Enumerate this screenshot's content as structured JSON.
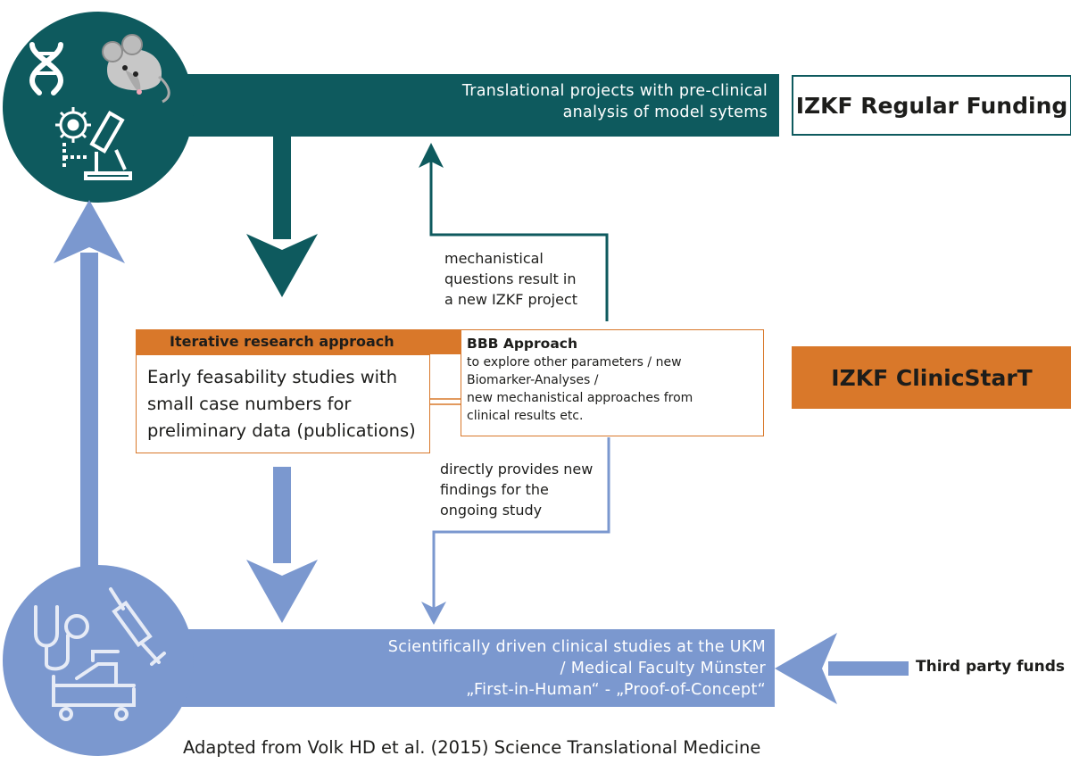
{
  "colors": {
    "teal": "#0e5a5e",
    "blue": "#7b98cf",
    "orange": "#d9782a"
  },
  "icons": {
    "top_circle": [
      "dna-icon",
      "mouse-icon",
      "virus-icon",
      "microscope-icon"
    ],
    "bottom_circle": [
      "stethoscope-icon",
      "syringe-icon",
      "hospital-bed-icon"
    ]
  },
  "top_band": {
    "line1": "Translational projects with pre-clinical",
    "line2": "analysis of model sytems"
  },
  "regular_funding": "IZKF Regular Funding",
  "clinicstart": "IZKF ClinicStarT",
  "iterative": {
    "header": "Iterative research approach",
    "line1": "Early feasability studies with",
    "line2": "small case numbers for",
    "line3": "preliminary data (publications)"
  },
  "bbb": {
    "title": "BBB Approach",
    "line1": "to explore other parameters / new",
    "line2": "Biomarker-Analyses /",
    "line3": "new mechanistical approaches from",
    "line4": "clinical results etc."
  },
  "note_top": {
    "line1": "mechanistical",
    "line2": "questions result in",
    "line3": "a new IZKF project"
  },
  "note_bottom": {
    "line1": "directly provides new",
    "line2": "findings for the",
    "line3": "ongoing study"
  },
  "bottom_band": {
    "line1": "Scientifically driven clinical studies at the UKM",
    "line2": "/ Medical Faculty Münster",
    "line3": "„First-in-Human“ - „Proof-of-Concept“"
  },
  "third_party": "Third party funds",
  "caption": "Adapted from Volk HD et al. (2015) Science Translational Medicine"
}
